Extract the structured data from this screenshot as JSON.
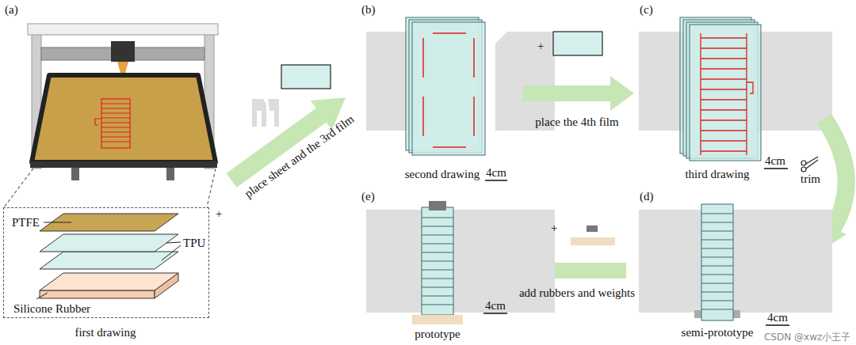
{
  "diagram": {
    "nodes": [
      {
        "text": [
          "PTFE",
          "TPU",
          "Silicone Rubber"
        ]
      }
    ],
    "edges": [],
    "labels": [
      "(a)",
      "(b)",
      "(c)",
      "+",
      "place sheet and the 3rd film",
      "+",
      "place the 4th film",
      "second drawing",
      "4cm",
      "third drawing",
      "4cm",
      "trim",
      "(e)",
      "(d)",
      "+",
      "add rubbers and weights",
      "first drawing",
      "prototype",
      "4cm",
      "semi-prototype",
      "4cm",
      "CSDN @xwz小王子"
    ]
  }
}
